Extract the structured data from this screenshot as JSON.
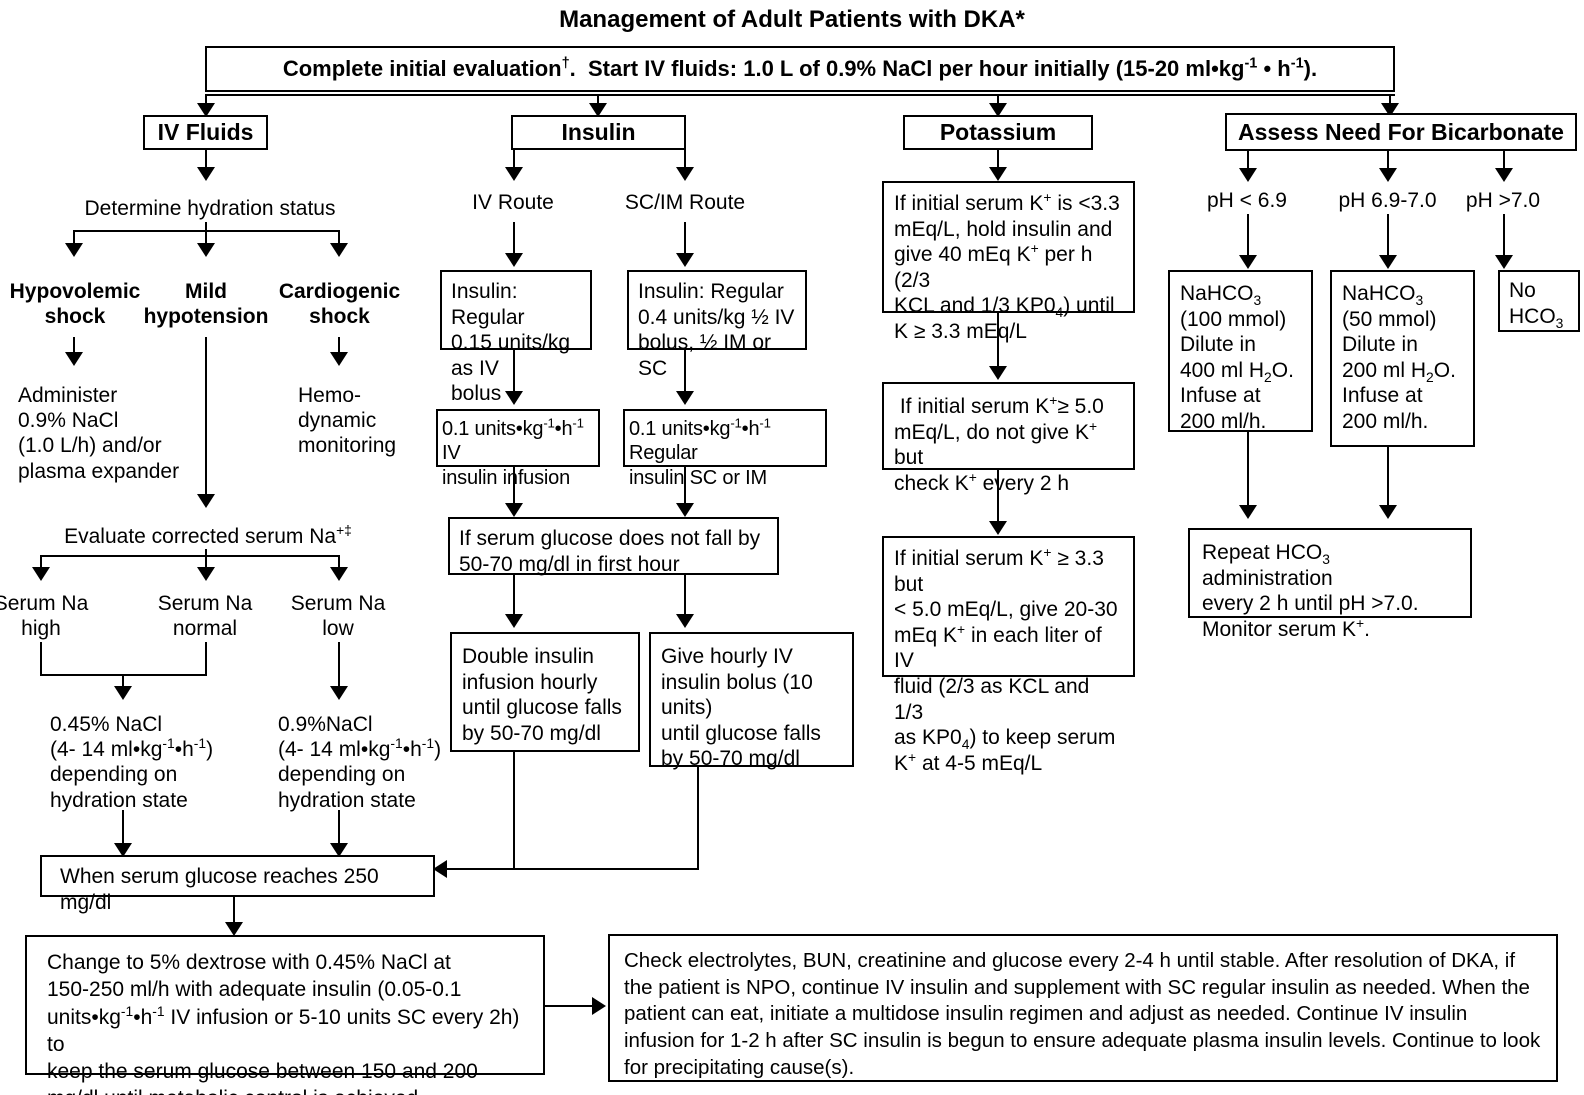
{
  "title": "Management of Adult Patients with DKA*",
  "top_box": "Complete initial evaluation†.  Start IV fluids: 1.0 L of 0.9% NaCl per hour initially (15-20 ml•kg-1 • h-1).",
  "columns": {
    "iv_fluids": {
      "header": "IV Fluids",
      "determine": "Determine hydration status",
      "branches": [
        {
          "label": "Hypovolemic shock",
          "action": "Administer 0.9% NaCl (1.0 L/h) and/or plasma expander"
        },
        {
          "label": "Mild hypotension",
          "action": ""
        },
        {
          "label": "Cardiogenic shock",
          "action": "Hemo- dynamic monitoring"
        }
      ],
      "evaluate_na": "Evaluate corrected serum Na+‡",
      "na_branches": [
        {
          "label": "Serum Na high"
        },
        {
          "label": "Serum Na normal"
        },
        {
          "label": "Serum Na low"
        }
      ],
      "na_actions": [
        "0.45% NaCl (4- 14 ml•kg-1•h-1) depending on hydration state",
        "0.9%NaCl (4- 14 ml•kg-1•h-1) depending on hydration state"
      ]
    },
    "insulin": {
      "header": "Insulin",
      "routes": [
        "IV Route",
        "SC/IM Route"
      ],
      "bolus": [
        "Insulin: Regular 0.15 units/kg as IV bolus",
        "Insulin: Regular 0.4 units/kg ½ IV bolus, ½ IM or SC"
      ],
      "infusion": [
        "0.1 units•kg-1•h-1 IV insulin infusion",
        "0.1 units•kg-1•h-1 Regular insulin SC or IM"
      ],
      "check": "If serum glucose does not fall by 50-70 mg/dl in first hour",
      "escalate": [
        "Double insulin infusion hourly until glucose falls by 50-70 mg/dl",
        "Give hourly IV insulin bolus (10 units) until glucose falls by 50-70 mg/dl"
      ]
    },
    "potassium": {
      "header": "Potassium",
      "steps": [
        "If initial serum K+ is <3.3 mEq/L, hold insulin and give 40 mEq K+ per h (2/3 KCL and 1/3 KP04) until K ≥ 3.3 mEq/L",
        "If initial serum K+≥ 5.0 mEq/L, do not give K+ but check K+ every 2 h",
        "If initial serum K+ ≥ 3.3 but < 5.0 mEq/L, give 20-30 mEq K+ in each liter of IV fluid (2/3 as KCL and 1/3 as KP04) to keep serum K+ at 4-5 mEq/L"
      ]
    },
    "bicarbonate": {
      "header": "Assess Need For Bicarbonate",
      "ph_branches": [
        "pH < 6.9",
        "pH 6.9-7.0",
        "pH >7.0"
      ],
      "treatments": [
        "NaHCO3 (100 mmol) Dilute in 400 ml H2O. Infuse at 200 ml/h.",
        "NaHCO3 (50 mmol) Dilute in 200 ml H2O. Infuse at 200 ml/h.",
        "No HCO3"
      ],
      "repeat": "Repeat HCO3 administration every 2 h until pH >7.0. Monitor serum K+."
    }
  },
  "bottom": {
    "glucose_250": "When serum glucose reaches 250 mg/dl",
    "change_fluid": "Change to 5% dextrose with 0.45% NaCl at 150-250 ml/h with adequate insulin (0.05-0.1 units•kg-1•h-1 IV infusion or 5-10 units SC every 2h) to keep the serum glucose between 150 and 200 mg/dl until metabolic control is achieved.",
    "monitoring": "Check electrolytes, BUN, creatinine and glucose every 2-4 h until stable. After resolution of DKA, if the patient is NPO, continue IV insulin and supplement with SC regular insulin as needed.  When the patient can eat, initiate a multidose insulin regimen and adjust as needed.  Continue IV insulin infusion for 1-2 h after SC insulin is begun to ensure adequate plasma insulin levels.  Continue to look for precipitating cause(s)."
  },
  "colors": {
    "ink": "#000000",
    "paper": "#ffffff"
  }
}
